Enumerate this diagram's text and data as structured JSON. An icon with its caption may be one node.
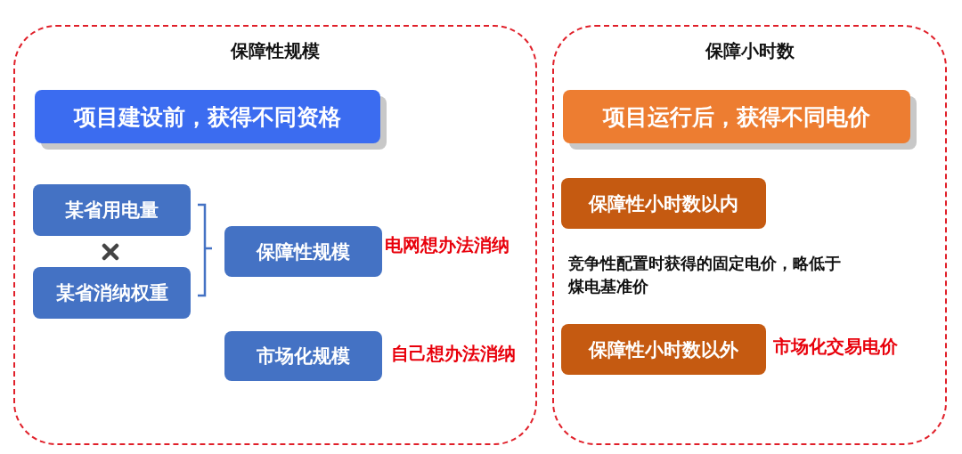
{
  "diagram": {
    "nodes": [
      {
        "text": [
          "保障性规模"
        ]
      },
      {
        "text": [
          "项目建设前，获得不同资格"
        ],
        "in": 0
      },
      {
        "text": [
          "某省用电量"
        ],
        "in": 0
      },
      {
        "text": [
          "某省消纳权重"
        ],
        "in": 0
      },
      {
        "text": [
          "保障性规模"
        ],
        "in": 0,
        "beside": [
          "电网想办法消纳"
        ]
      },
      {
        "text": [
          "市场化规模"
        ],
        "in": 0,
        "beside": [
          "自己想办法消纳"
        ]
      },
      {
        "text": [
          "保障小时数"
        ]
      },
      {
        "text": [
          "项目运行后，获得不同电价"
        ],
        "in": 6
      },
      {
        "text": [
          "保障性小时数以内"
        ],
        "in": 6
      },
      {
        "text": [
          "保障性小时数以外"
        ],
        "in": 6,
        "beside": [
          "市场化交易电价"
        ]
      }
    ],
    "labels": [
      "竞争性配置时获得的固定电价，略低于煤电基准价"
    ]
  }
}
